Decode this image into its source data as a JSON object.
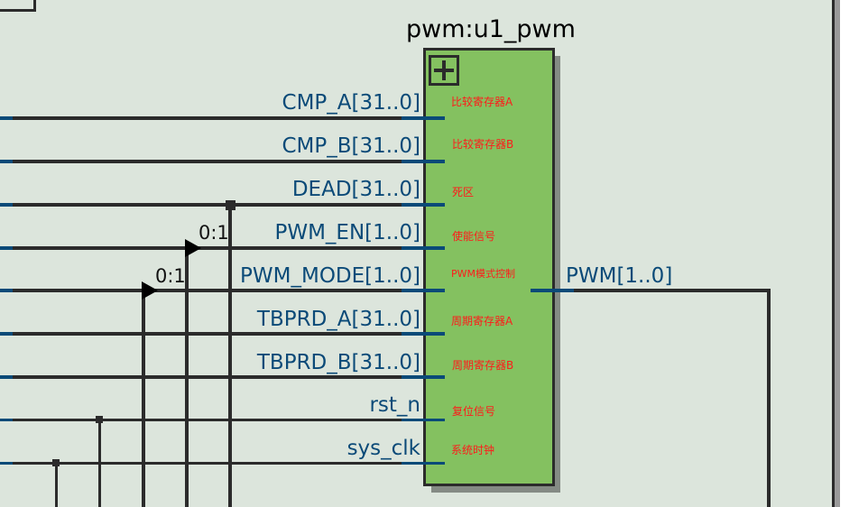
{
  "instance": {
    "title": "pwm:u1_pwm",
    "expand_icon": "plus-icon"
  },
  "inputs": [
    {
      "name": "CMP_A[31..0]",
      "desc": "比较寄存器A",
      "bus": true
    },
    {
      "name": "CMP_B[31..0]",
      "desc": "比较寄存器B",
      "bus": true
    },
    {
      "name": "DEAD[31..0]",
      "desc": "死区",
      "bus": true
    },
    {
      "name": "PWM_EN[1..0]",
      "desc": "使能信号",
      "bus": true
    },
    {
      "name": "PWM_MODE[1..0]",
      "desc": "PWM模式控制",
      "bus": true
    },
    {
      "name": "TBPRD_A[31..0]",
      "desc": "周期寄存器A",
      "bus": true
    },
    {
      "name": "TBPRD_B[31..0]",
      "desc": "周期寄存器B",
      "bus": true
    },
    {
      "name": "rst_n",
      "desc": "复位信号",
      "bus": false
    },
    {
      "name": "sys_clk",
      "desc": "系统时钟",
      "bus": false
    }
  ],
  "outputs": [
    {
      "name": "PWM[1..0]"
    }
  ],
  "bus_taps": [
    {
      "label": "0:1",
      "net": "PWM_EN"
    },
    {
      "label": "0:1",
      "net": "PWM_MODE"
    }
  ],
  "colors": {
    "canvas": "#dce5dc",
    "block_fill": "#84c160",
    "wire": "#2b2b2b",
    "port_stub": "#0a4a78",
    "port_label": "#0b4a78",
    "desc_text": "#ff1a1a"
  }
}
